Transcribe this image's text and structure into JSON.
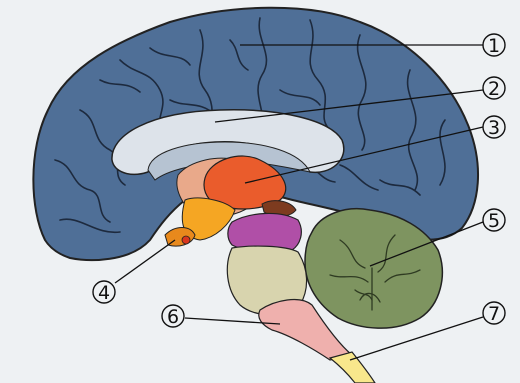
{
  "colors": {
    "background": "#eef1f3",
    "cortex": "#4f6f97",
    "sulci": "#1d2a3e",
    "corpus_callosum": "#dde3ea",
    "ventricle": "#b6c3d2",
    "thalamus": "#ea5c2c",
    "hypothalamus_area": "#e9a98a",
    "hypothalamus": "#f5a623",
    "pituitary": "#e8891c",
    "midbrain": "#b04fa7",
    "pons": "#d8d4ae",
    "medulla": "#efb0ad",
    "spinal_cord": "#f8e78c",
    "cerebellum": "#7e9460",
    "pineal": "#7d3b1f",
    "outline": "#222222"
  },
  "labels": [
    {
      "id": 1,
      "text": "1"
    },
    {
      "id": 2,
      "text": "2"
    },
    {
      "id": 3,
      "text": "3"
    },
    {
      "id": 4,
      "text": "4"
    },
    {
      "id": 5,
      "text": "5"
    },
    {
      "id": 6,
      "text": "6"
    },
    {
      "id": 7,
      "text": "7"
    }
  ]
}
